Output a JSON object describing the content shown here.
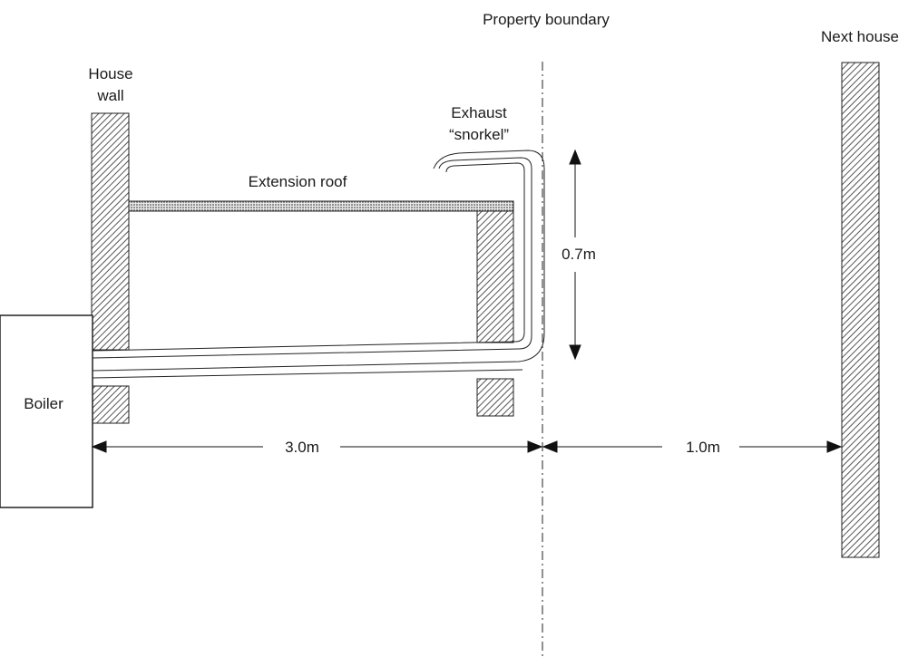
{
  "labels": {
    "property_boundary": "Property boundary",
    "next_house": "Next house",
    "house_wall_line1": "House",
    "house_wall_line2": "wall",
    "exhaust_line1": "Exhaust",
    "exhaust_line2": "“snorkel”",
    "extension_roof": "Extension roof",
    "boiler": "Boiler"
  },
  "dimensions": {
    "boiler_to_boundary": "3.0m",
    "boundary_to_next_house": "1.0m",
    "snorkel_height": "0.7m"
  }
}
